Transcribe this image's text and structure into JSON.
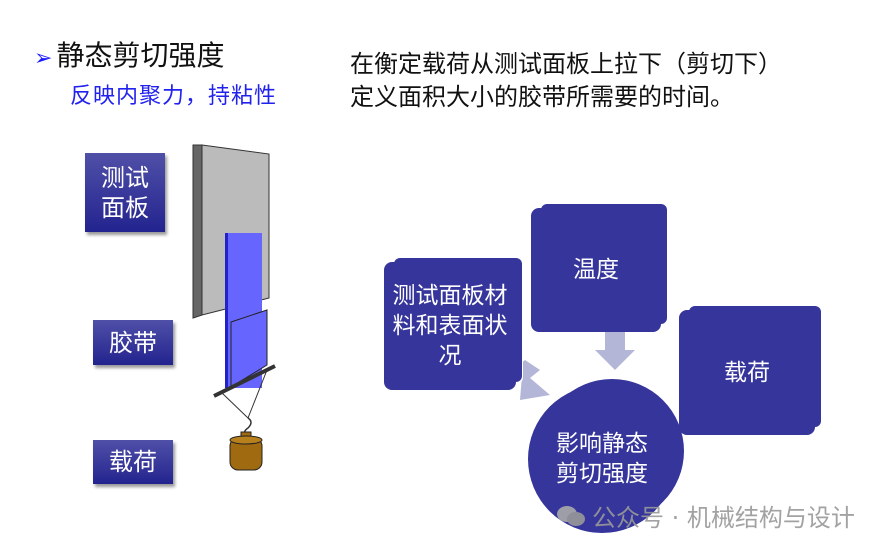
{
  "title": {
    "bullet": "➢",
    "text": "静态剪切强度"
  },
  "subtitle": "反映内聚力，持粘性",
  "description": "在衡定载荷从测试面板上拉下（剪切下）定义面积大小的胶带所需要的时间。",
  "labels": {
    "panel": "测试面板",
    "tape": "胶带",
    "load": "载荷"
  },
  "factors": {
    "surface": "测试面板材料和表面状况",
    "temperature": "温度",
    "load": "载荷",
    "center": "影响静态剪切强度"
  },
  "watermark": "公众号 · 机械结构与设计",
  "colors": {
    "navy": "#35359b",
    "tape": "#6666ff",
    "panel": "#bbbbbb",
    "weight": "#a06a10",
    "arrow": "#b4b6d8"
  }
}
